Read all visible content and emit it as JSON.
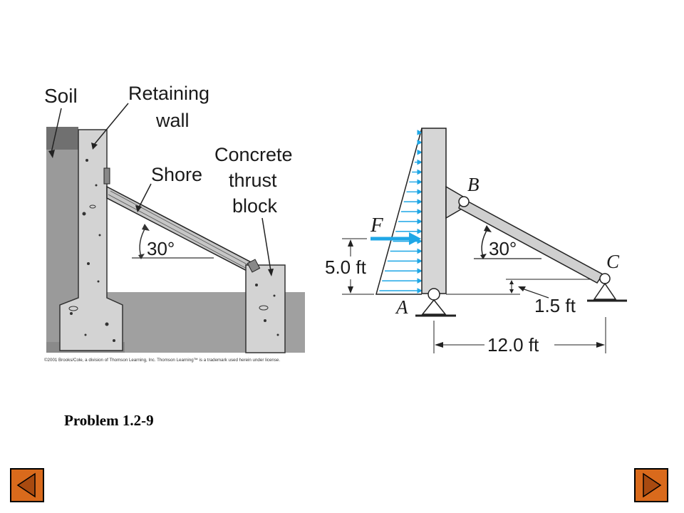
{
  "figure": {
    "photo_labels": {
      "soil": "Soil",
      "retaining_wall_line1": "Retaining",
      "retaining_wall_line2": "wall",
      "shore": "Shore",
      "block_line1": "Concrete",
      "block_line2": "thrust",
      "block_line3": "block",
      "angle": "30°"
    },
    "copyright": "©2001 Brooks/Cole, a division of Thomson Learning, Inc.  Thomson Learning™ is a trademark used herein under license.",
    "diagram_labels": {
      "point_a": "A",
      "point_b": "B",
      "point_c": "C",
      "force": "F",
      "height": "5.0 ft",
      "angle": "30°",
      "offset": "1.5 ft",
      "span": "12.0 ft"
    },
    "colors": {
      "ground": "#9a9a9a",
      "soil_top": "#7a7a7a",
      "load_arrows": "#1fa7e6",
      "force_arrow": "#1fa7e6",
      "member_fill": "#c8c8c8"
    }
  },
  "caption": "Problem 1.2-9",
  "nav": {
    "prev_icon": "triangle-left-icon",
    "next_icon": "triangle-right-icon",
    "button_color": "#d96a1c"
  }
}
